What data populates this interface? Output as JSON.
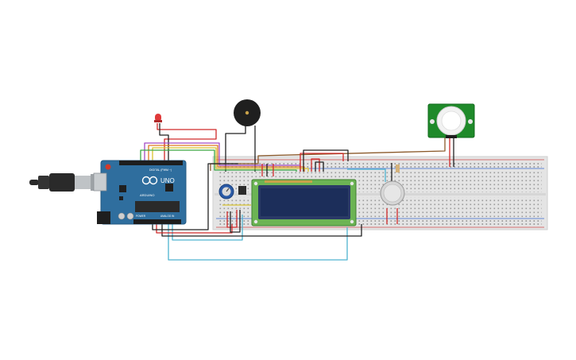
{
  "arduino": {
    "brand_label": "UNO",
    "maker_label": "ARDUINO",
    "digital_header_label": "DIGITAL (PWM ~)",
    "power_label": "POWER",
    "analog_label": "ANALOG IN"
  },
  "colors": {
    "background": "#ffffff",
    "breadboard": "#e4e4e4",
    "board_blue": "#2f6e9e",
    "lcd_green": "#6cb454",
    "lcd_screen": "#1c2e5a",
    "pir_green": "#1f8a2a",
    "wire_red": "#d02a2a",
    "wire_black": "#222222",
    "wire_cyan": "#4fb4d0",
    "wire_brown": "#8b5a2b",
    "wire_green": "#3aa845",
    "wire_purple": "#a34bc4",
    "wire_yellow": "#d8c230",
    "wire_orange": "#e07a20"
  },
  "icons": {
    "usb": "usb-cable-icon",
    "power_jack": "dc-power-jack-icon",
    "buzzer": "piezo-buzzer-icon",
    "led": "red-led-icon",
    "potentiometer": "potentiometer-icon",
    "ultrasonic": "ultrasonic-sensor-icon",
    "pir": "pir-motion-sensor-icon"
  }
}
